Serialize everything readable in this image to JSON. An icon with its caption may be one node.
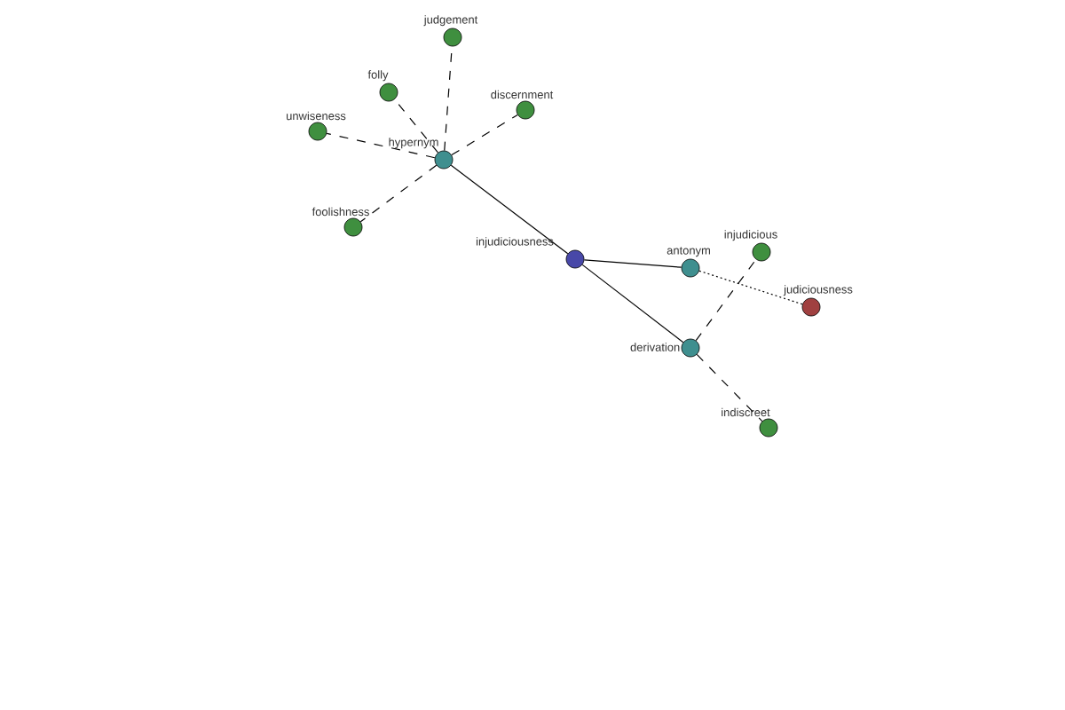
{
  "diagram": {
    "nodes": [
      {
        "text": [
          "judgement"
        ]
      },
      {
        "text": [
          "folly"
        ]
      },
      {
        "text": [
          "discernment"
        ]
      },
      {
        "text": [
          "unwiseness"
        ]
      },
      {
        "text": [
          "hypernym"
        ]
      },
      {
        "text": [
          "foolishness"
        ]
      },
      {
        "text": [
          "injudicious"
        ]
      },
      {
        "text": [
          "injudiciousness"
        ]
      },
      {
        "text": [
          "antonym"
        ]
      },
      {
        "text": [
          "judiciousness"
        ]
      },
      {
        "text": [
          "derivation"
        ]
      },
      {
        "text": [
          "indiscreet"
        ]
      }
    ],
    "edges": [
      {
        "from": 7,
        "to": 4,
        "arrow": "none"
      },
      {
        "from": 7,
        "to": 8,
        "arrow": "none"
      },
      {
        "from": 7,
        "to": 10,
        "arrow": "none"
      },
      {
        "from": 4,
        "to": 0,
        "arrow": "none",
        "style": "dashed"
      },
      {
        "from": 4,
        "to": 1,
        "arrow": "none",
        "style": "dashed"
      },
      {
        "from": 4,
        "to": 2,
        "arrow": "none",
        "style": "dashed"
      },
      {
        "from": 4,
        "to": 3,
        "arrow": "none",
        "style": "dashed"
      },
      {
        "from": 4,
        "to": 5,
        "arrow": "none",
        "style": "dashed"
      },
      {
        "from": 8,
        "to": 9,
        "arrow": "none",
        "style": "dashed"
      },
      {
        "from": 10,
        "to": 6,
        "arrow": "none",
        "style": "dashed"
      },
      {
        "from": 10,
        "to": 11,
        "arrow": "none",
        "style": "dashed"
      }
    ]
  }
}
